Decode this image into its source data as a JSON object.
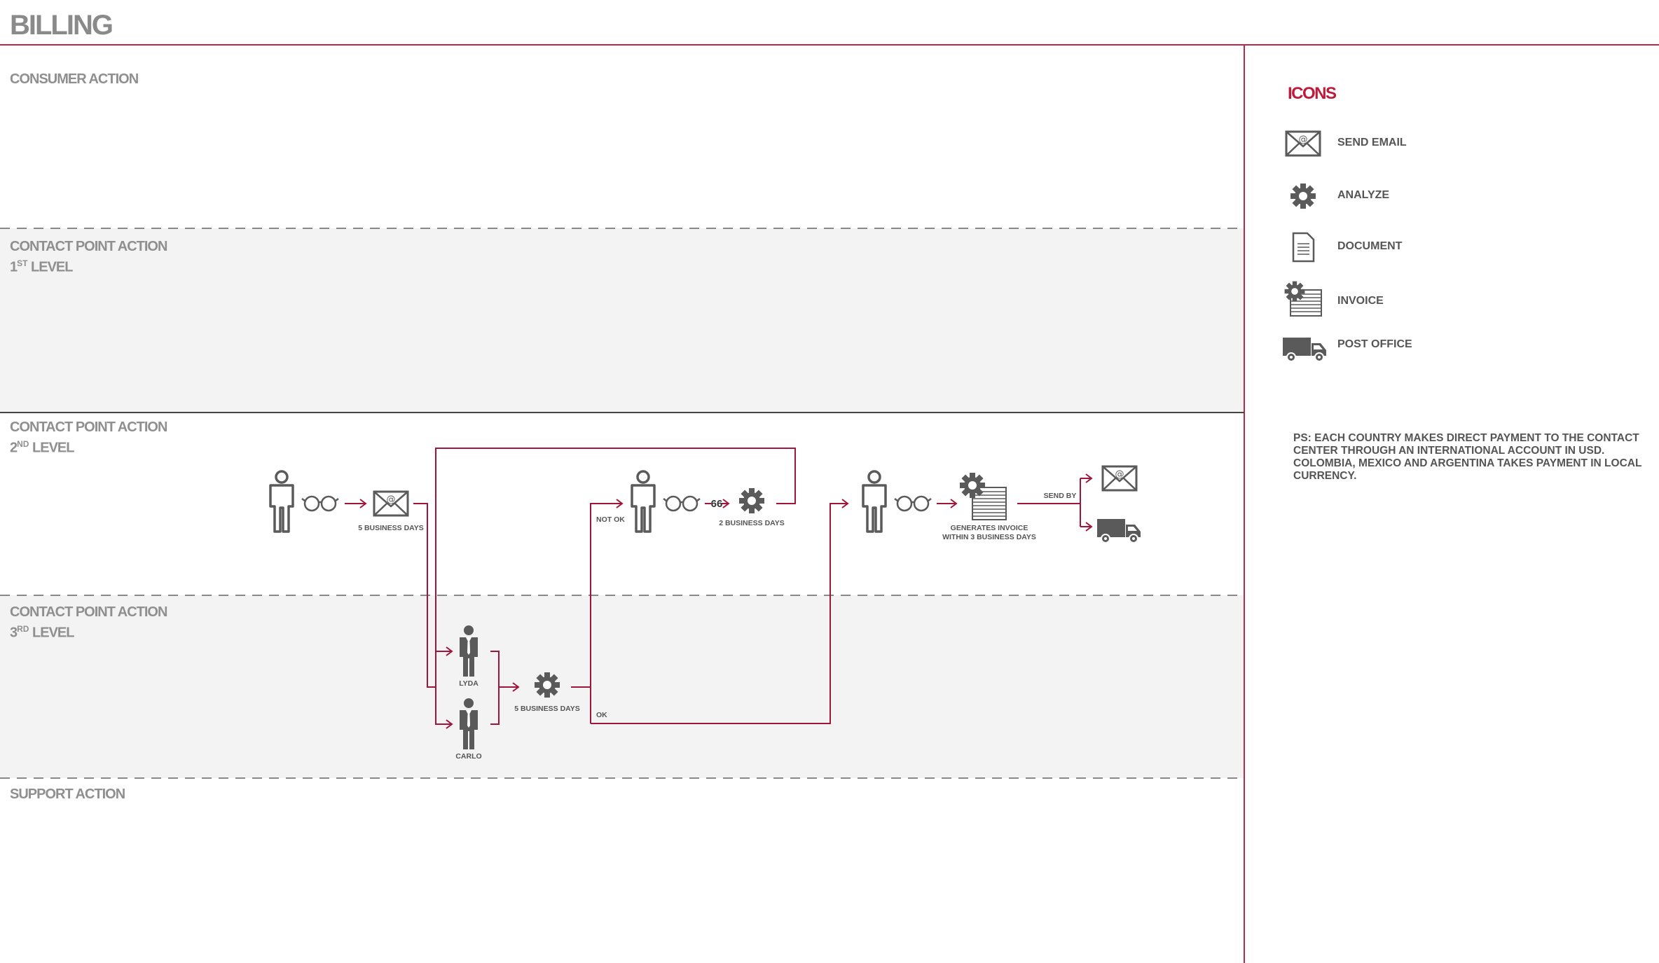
{
  "page": {
    "title": "BILLING"
  },
  "lanes": [
    {
      "line1": "CONSUMER ACTION",
      "line2": "",
      "sup": "",
      "line2_tail": ""
    },
    {
      "line1": "CONTACT POINT ACTION",
      "line2": "1",
      "sup": "ST",
      "line2_tail": " LEVEL"
    },
    {
      "line1": "CONTACT POINT ACTION",
      "line2": "2",
      "sup": "ND",
      "line2_tail": " LEVEL"
    },
    {
      "line1": "CONTACT POINT ACTION",
      "line2": "3",
      "sup": "RD",
      "line2_tail": " LEVEL"
    },
    {
      "line1": "SUPPORT ACTION",
      "line2": "",
      "sup": "",
      "line2_tail": ""
    }
  ],
  "diagram": {
    "email_days": "5 BUSINESS DAYS",
    "not_ok": "NOT OK",
    "ok": "OK",
    "quote_mark": "66",
    "analyze_days_2nd": "2 BUSINESS DAYS",
    "person_lyda": "LYDA",
    "person_carlo": "CARLO",
    "analyze_days_3rd": "5 BUSINESS DAYS",
    "invoice_line1": "GENERATES INVOICE",
    "invoice_line2": "WITHIN 3 BUSINESS DAYS",
    "send_by": "SEND BY"
  },
  "legend": {
    "title": "ICONS",
    "items": [
      {
        "icon": "envelope-icon",
        "label": "SEND EMAIL"
      },
      {
        "icon": "gear-icon",
        "label": "ANALYZE"
      },
      {
        "icon": "document-icon",
        "label": "DOCUMENT"
      },
      {
        "icon": "invoice-icon",
        "label": "INVOICE"
      },
      {
        "icon": "truck-icon",
        "label": "POST OFFICE"
      }
    ]
  },
  "note": "PS: EACH COUNTRY MAKES DIRECT PAYMENT TO THE CONTACT CENTER  THROUGH AN INTERNATIONAL ACCOUNT IN USD. COLOMBIA, MEXICO AND ARGENTINA TAKES PAYMENT IN LOCAL CURRENCY.",
  "colors": {
    "accent": "#c0193a",
    "flow": "#a0163a",
    "icon": "#5a5a5a",
    "lane_shade": "#f3f3f3"
  }
}
